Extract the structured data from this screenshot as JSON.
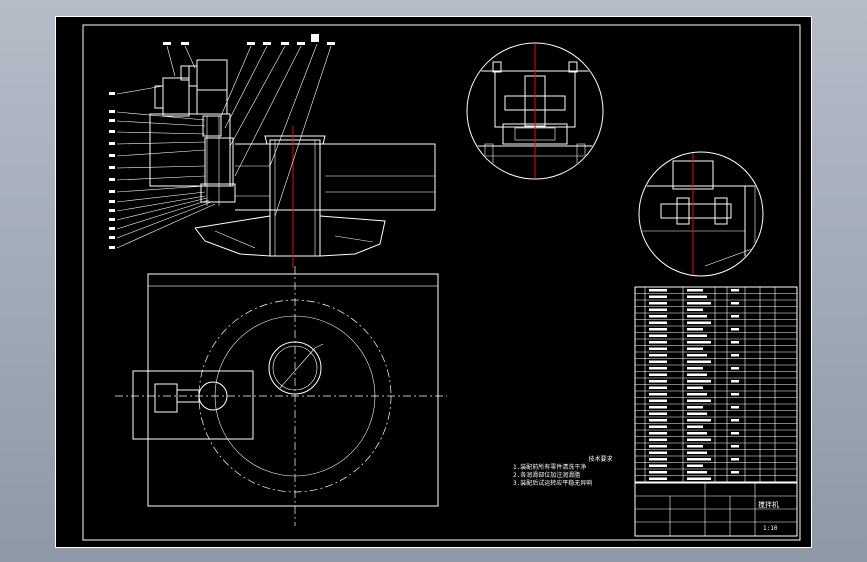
{
  "drawing": {
    "notes_title": "技术要求",
    "notes_lines": [
      "1.装配前所有零件清洗干净",
      "2.各润滑部位加注润滑脂",
      "3.装配后试运转应平稳无异响"
    ],
    "title_name": "搅拌机",
    "scale": "1:10"
  },
  "colors": {
    "background_window": "#9aa3b0",
    "drawing_bg": "#000000",
    "line": "#ffffff",
    "centerline_accent": "#e01010"
  }
}
